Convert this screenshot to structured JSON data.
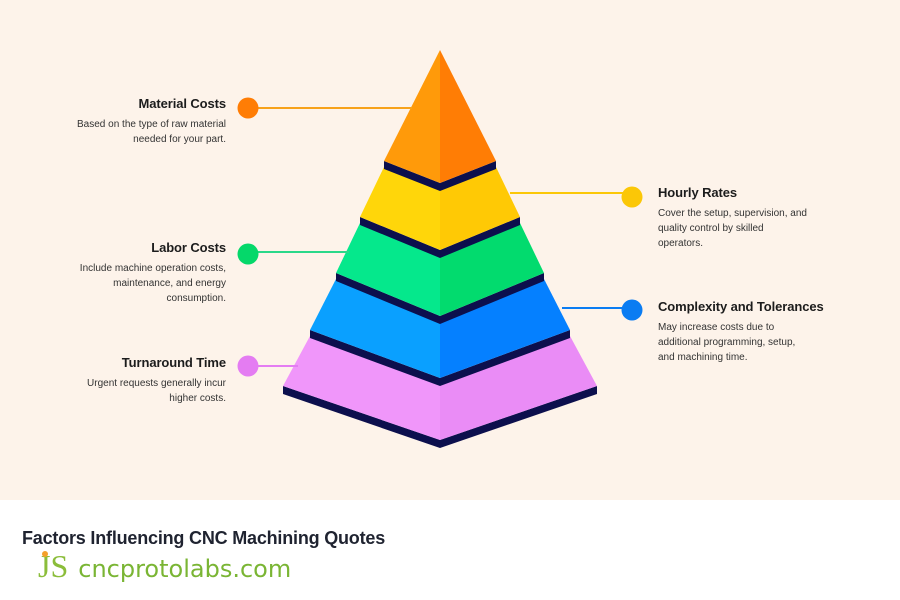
{
  "diagram": {
    "type": "pyramid",
    "layers": [
      {
        "name": "Material Costs",
        "color_left": "#ff9a0a",
        "color_right": "#ff7d05"
      },
      {
        "name": "Hourly Rates",
        "color_left": "#ffd60a",
        "color_right": "#ffc905"
      },
      {
        "name": "Labor Costs",
        "color_left": "#05e88c",
        "color_right": "#02db6e"
      },
      {
        "name": "Complexity and Tolerances",
        "color_left": "#0aa0ff",
        "color_right": "#0580ff"
      },
      {
        "name": "Turnaround Time",
        "color_left": "#f096fa",
        "color_right": "#ea8cf6"
      }
    ],
    "band_color": "#0c0f4d",
    "background": "#fdf3ea"
  },
  "callouts": {
    "material": {
      "title": "Material Costs",
      "desc_lines": [
        "Based on the type of raw material",
        "needed for your part."
      ],
      "color": "#ff7d05"
    },
    "hourly": {
      "title": "Hourly Rates",
      "desc_lines": [
        "Cover the setup, supervision, and",
        "quality control by skilled",
        "operators."
      ],
      "color": "#fbc707"
    },
    "labor": {
      "title": "Labor Costs",
      "desc_lines": [
        "Include machine operation costs,",
        "maintenance, and energy",
        "consumption."
      ],
      "color": "#05d86a"
    },
    "complexity": {
      "title": "Complexity and Tolerances",
      "desc_lines": [
        "May increase costs due to",
        "additional programming, setup,",
        "and machining time."
      ],
      "color": "#0a7cf2"
    },
    "turnaround": {
      "title": "Turnaround Time",
      "desc_lines": [
        "Urgent requests generally incur",
        "higher costs."
      ],
      "color": "#e47cf2"
    }
  },
  "footer": {
    "caption": "Factors Influencing CNC Machining Quotes",
    "logo_mark": "JS",
    "domain": "cncprotolabs.com",
    "brand_color": "#7ab534"
  }
}
